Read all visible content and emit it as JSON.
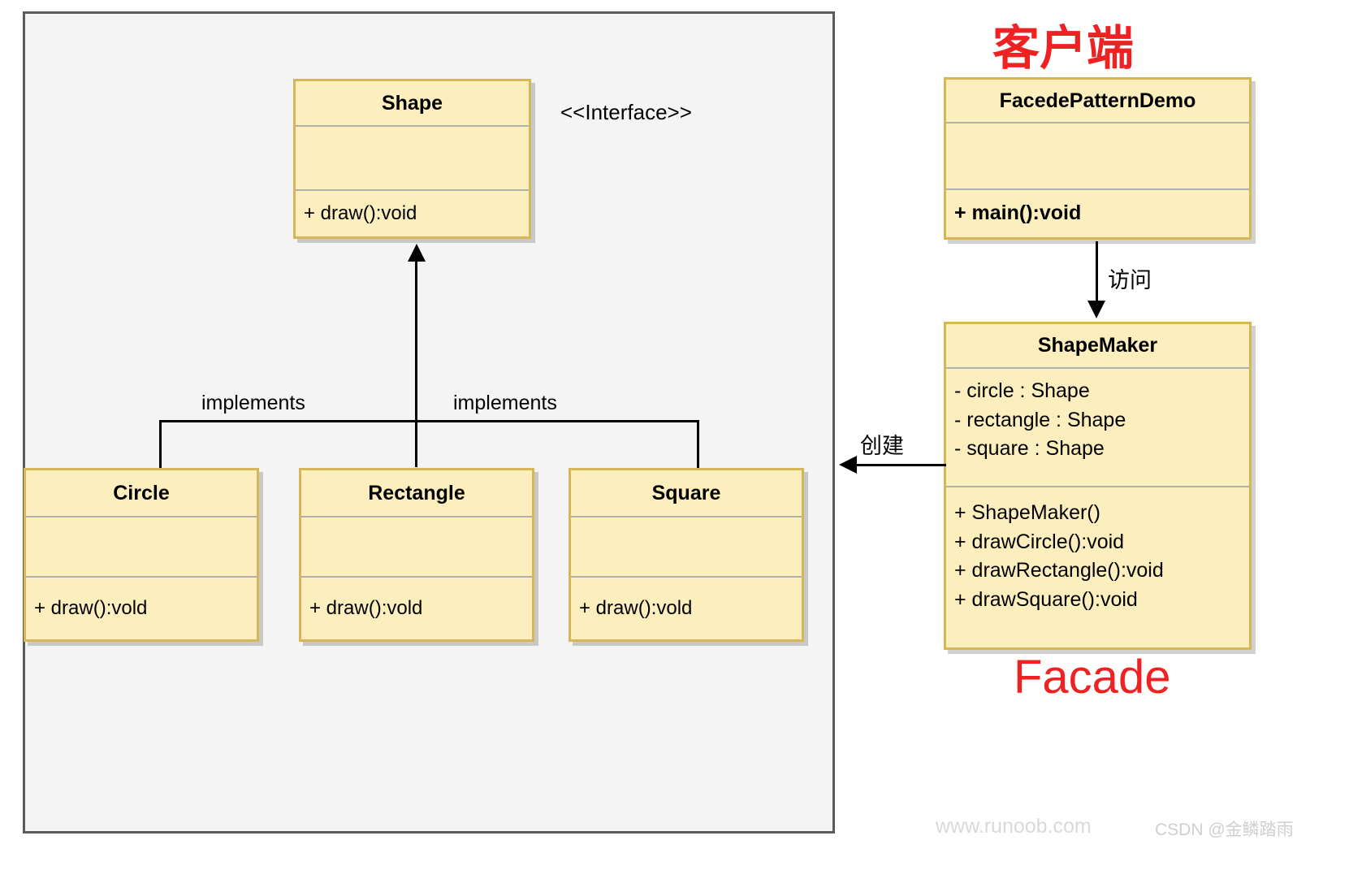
{
  "panel": {
    "name": "diagram-frame"
  },
  "annotations": {
    "client_label": "客户端",
    "facade_label": "Facade",
    "interface_stereotype": "<<Interface>>",
    "implements_left": "implements",
    "implements_right": "implements",
    "access_label": "访问",
    "create_label": "创建"
  },
  "colors": {
    "class_fill": "#fdeebd",
    "class_border": "#d6b656",
    "panel_fill": "#f4f4f4",
    "panel_border": "#5a5a5a",
    "accent_red": "#ee2222",
    "connector": "#000000"
  },
  "classes": {
    "shape": {
      "title": "Shape",
      "attributes": [],
      "methods": [
        "+ draw():void"
      ]
    },
    "circle": {
      "title": "Circle",
      "attributes": [],
      "methods": [
        "+ draw():vold"
      ]
    },
    "rectangle": {
      "title": "Rectangle",
      "attributes": [],
      "methods": [
        "+ draw():vold"
      ]
    },
    "square": {
      "title": "Square",
      "attributes": [],
      "methods": [
        "+ draw():vold"
      ]
    },
    "demo": {
      "title": "FacedePatternDemo",
      "attributes": [],
      "methods": [
        "+ main():void"
      ]
    },
    "shapemaker": {
      "title": "ShapeMaker",
      "attributes": [
        "- circle : Shape",
        "- rectangle : Shape",
        "- square : Shape"
      ],
      "methods": [
        "+ ShapeMaker()",
        "+ drawCircle():void",
        "+ drawRectangle():void",
        "+ drawSquare():void"
      ]
    }
  },
  "watermarks": {
    "site": "www.runoob.com",
    "author": "CSDN @金鳞踏雨"
  }
}
